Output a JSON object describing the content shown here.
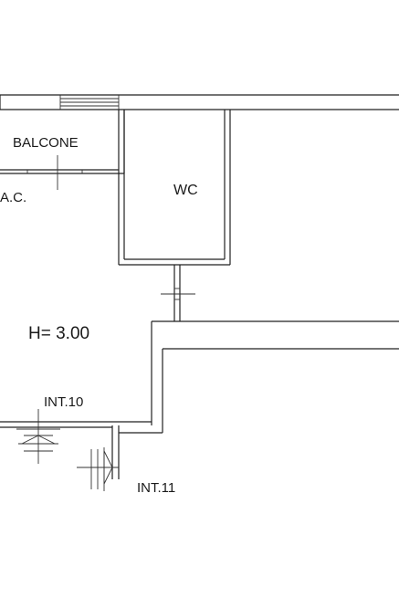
{
  "plan": {
    "rooms": {
      "balcone": "BALCONE",
      "wc": "WC",
      "ac": "A.C."
    },
    "height_label": "H= 3.00",
    "doors": {
      "int10": "INT.10",
      "int11": "INT.11"
    }
  }
}
